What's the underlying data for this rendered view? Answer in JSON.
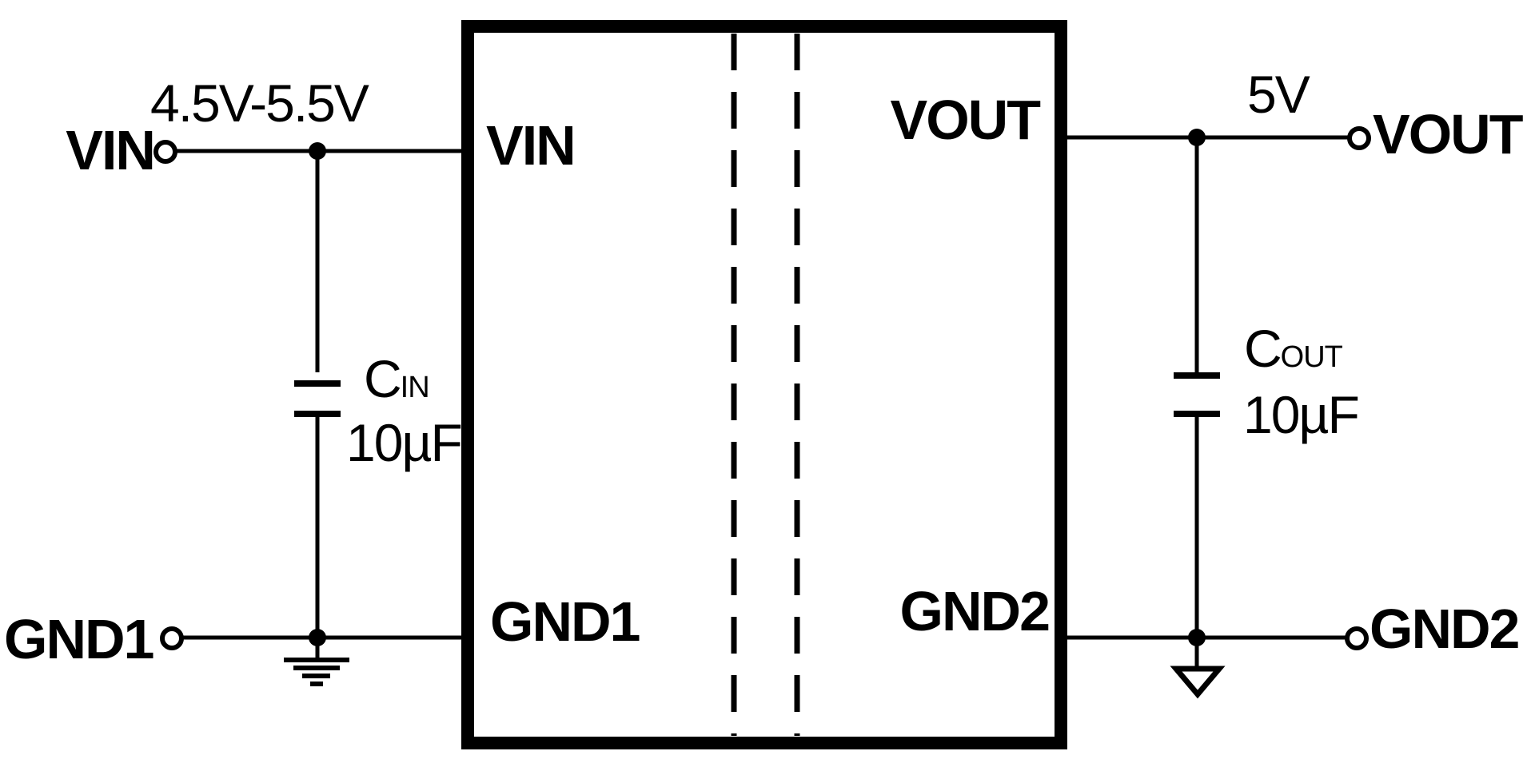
{
  "colors": {
    "ink": "#000000",
    "background": "#ffffff"
  },
  "ic": {
    "pin_labels": {
      "vin": "VIN",
      "vout": "VOUT",
      "gnd1": "GND1",
      "gnd2": "GND2"
    }
  },
  "terminals": {
    "vin": {
      "label": "VIN"
    },
    "gnd1": {
      "label": "GND1"
    },
    "vout": {
      "label": "VOUT"
    },
    "gnd2": {
      "label": "GND2"
    }
  },
  "annotations": {
    "input_voltage_range": "4.5V-5.5V",
    "output_voltage": "5V"
  },
  "components": {
    "cin": {
      "designator": "C",
      "subscript": "IN",
      "value": "10µF"
    },
    "cout": {
      "designator": "C",
      "subscript": "OUT",
      "value": "10µF"
    }
  }
}
